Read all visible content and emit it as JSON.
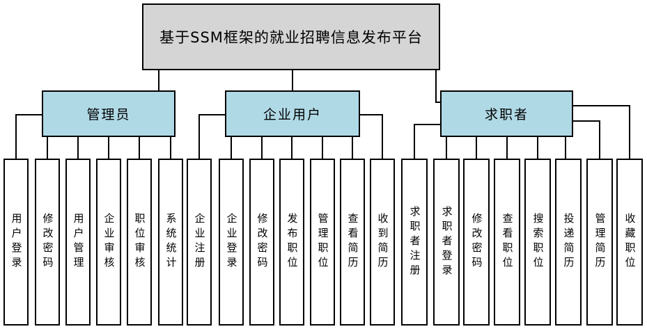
{
  "diagram": {
    "root": {
      "label": "基于SSM框架的就业招聘信息发布平台"
    },
    "groups": [
      {
        "label": "管理员",
        "children": [
          "用户登录",
          "修改密码",
          "用户管理",
          "企业审核",
          "职位审核",
          "系统统计"
        ]
      },
      {
        "label": "企业用户",
        "children": [
          "企业注册",
          "企业登录",
          "修改密码",
          "发布职位",
          "管理职位",
          "查看简历",
          "收到简历"
        ]
      },
      {
        "label": "求职者",
        "children": [
          "求职者注册",
          "求职者登录",
          "修改密码",
          "查看职位",
          "搜索职位",
          "投递简历",
          "管理简历",
          "收藏职位"
        ]
      }
    ],
    "colors": {
      "root_fill": "#d5d5d5",
      "branch_fill": "#b0d9e6",
      "leaf_fill": "#ffffff",
      "border": "#000000",
      "line": "#000000"
    }
  }
}
